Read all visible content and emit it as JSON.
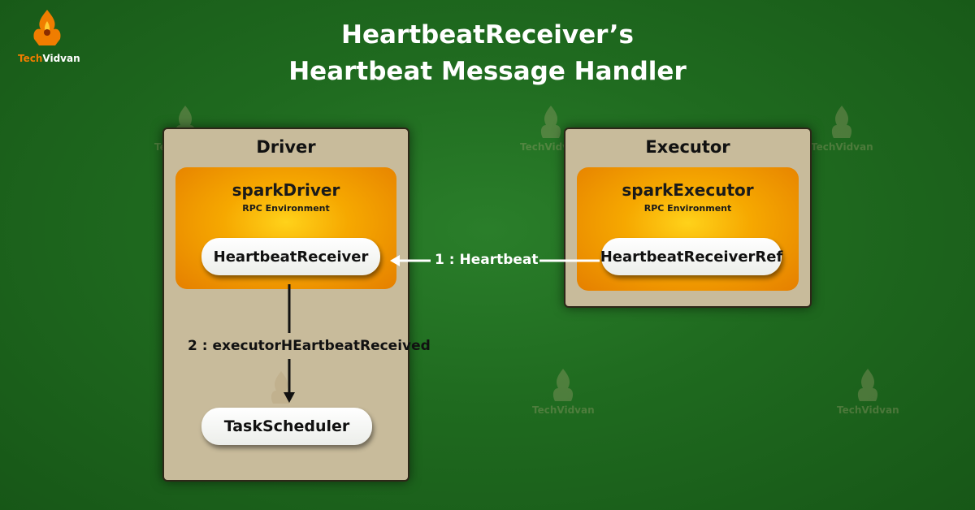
{
  "logo": {
    "text_tech": "Tech",
    "text_vidvan": "Vidvan"
  },
  "title": {
    "line1": "HeartbeatReceiver’s",
    "line2": "Heartbeat Message Handler"
  },
  "watermark": {
    "text": "TechVidvan"
  },
  "driver": {
    "title": "Driver",
    "env_title": "sparkDriver",
    "env_subtitle": "RPC Environment",
    "receiver": "HeartbeatReceiver",
    "scheduler": "TaskScheduler"
  },
  "executor": {
    "title": "Executor",
    "env_title": "sparkExecutor",
    "env_subtitle": "RPC Environment",
    "ref": "HeartbeatReceiverRef"
  },
  "messages": {
    "heartbeat": "1 : Heartbeat",
    "received": "2 : executorHEartbeatReceived"
  },
  "colors": {
    "background": "#1f6a1f",
    "panel": "#c8bb9b",
    "env_orange": "#f6a800",
    "logo_orange": "#f07d00"
  }
}
